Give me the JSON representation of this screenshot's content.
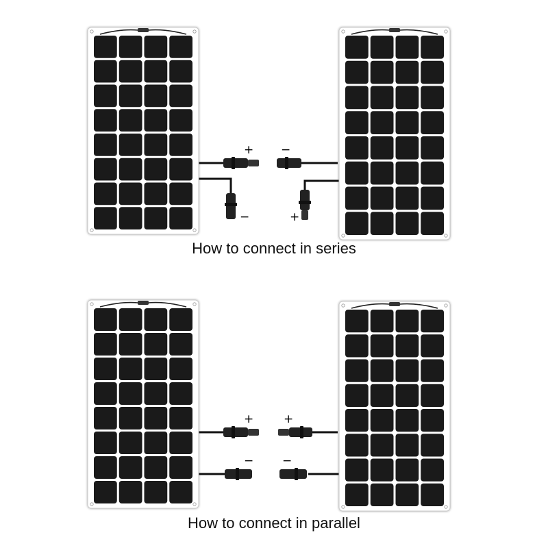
{
  "captions": {
    "series": "How to connect in series",
    "parallel": "How to connect in parallel"
  },
  "signs": {
    "plus": "+",
    "minus": "−"
  },
  "panel": {
    "rows": 8,
    "cols": 4
  },
  "colors": {
    "cell": "#1a1a1a",
    "frame": "#ffffff",
    "cable": "#111111",
    "connector": "#222222"
  }
}
